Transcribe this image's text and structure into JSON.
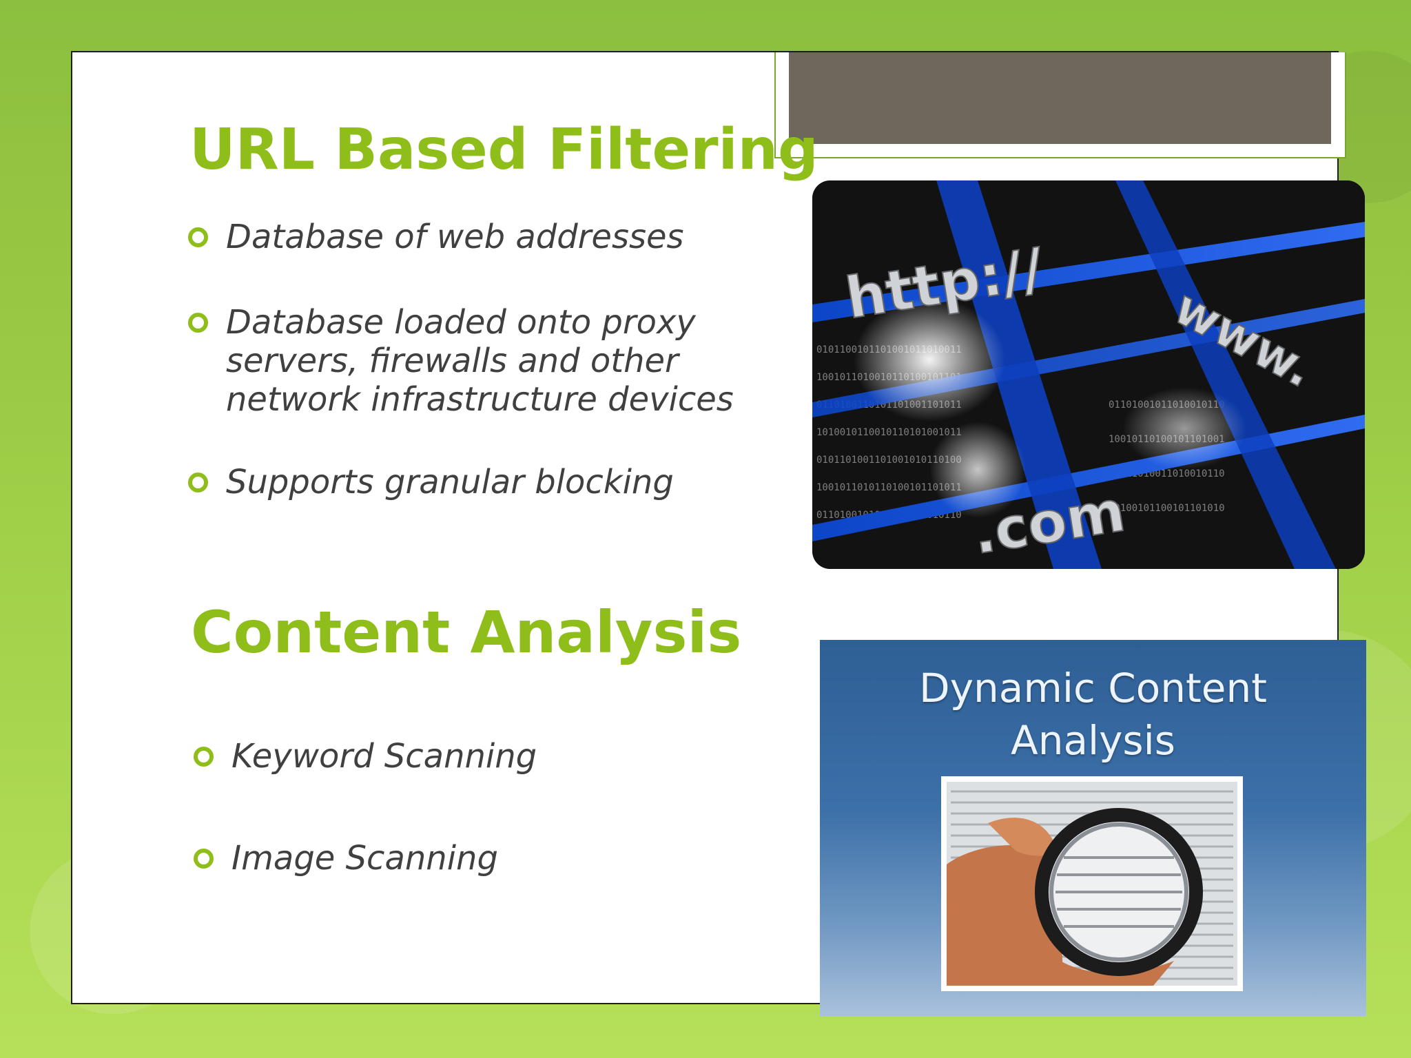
{
  "slide": {
    "url_filtering": {
      "title": "URL Based Filtering",
      "bullets": [
        "Database of web addresses",
        "Database loaded onto proxy servers, firewalls and other network infrastructure devices",
        "Supports granular blocking"
      ],
      "image_text": {
        "protocol": "http://",
        "www": "www.",
        "tld": ".com"
      }
    },
    "content_analysis": {
      "title": "Content Analysis",
      "bullets": [
        "Keyword Scanning",
        "Image Scanning"
      ],
      "image_text": {
        "line1": "Dynamic Content",
        "line2": "Analysis"
      }
    }
  },
  "colors": {
    "accent_green": "#8fbe1b",
    "body_text": "#404040",
    "tab_brown": "#6e675c",
    "background_green": "#9ccc45"
  }
}
